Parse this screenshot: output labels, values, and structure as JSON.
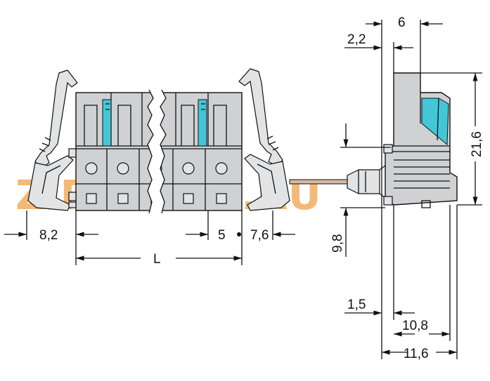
{
  "watermark": {
    "text": "ZIPSTORE.RU",
    "colors": {
      "zip": "#f2a24a",
      "store": "#b9bbbd"
    }
  },
  "front_view": {
    "dimensions": {
      "left_flange": "8,2",
      "pitch": "5",
      "right_flange": "7,6",
      "length": "L"
    }
  },
  "side_view": {
    "dimensions": {
      "top_offset": "2,2",
      "top_width": "6",
      "height": "21,6",
      "pin_offset": "9,8",
      "pin_width": "1,5",
      "body_depth": "10,8",
      "total_depth": "11,6"
    }
  },
  "colors": {
    "housing": "#cfd1d3",
    "release_tab": "#43c7d8",
    "pin": "#d8b8a0"
  }
}
